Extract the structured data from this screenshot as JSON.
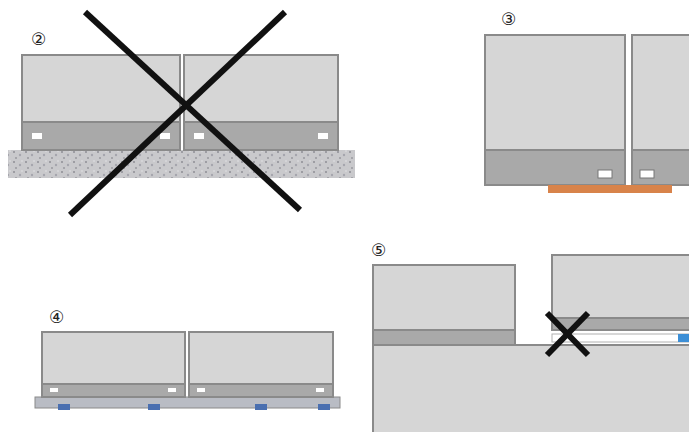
{
  "diagram": {
    "labels": [
      "②",
      "③",
      "④",
      "⑤"
    ]
  }
}
